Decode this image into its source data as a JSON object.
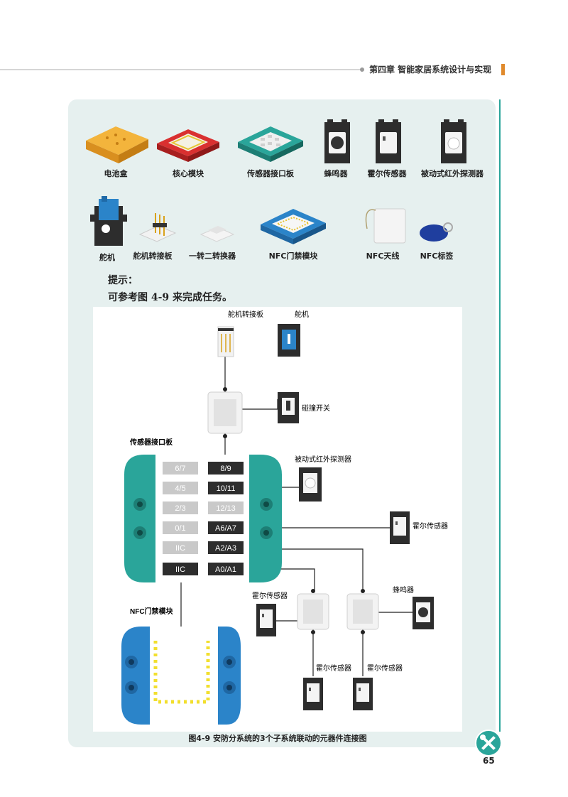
{
  "header": {
    "chapter_title": "第四章   智能家居系统设计与实现"
  },
  "components": {
    "row1": [
      {
        "label": "电池盒",
        "icon": "battery-box-icon"
      },
      {
        "label": "核心模块",
        "icon": "core-module-icon"
      },
      {
        "label": "传感器接口板",
        "icon": "sensor-board-icon"
      },
      {
        "label": "蜂鸣器",
        "icon": "buzzer-icon"
      },
      {
        "label": "霍尔传感器",
        "icon": "hall-sensor-icon"
      },
      {
        "label": "被动式红外探测器",
        "icon": "pir-detector-icon"
      }
    ],
    "row2": [
      {
        "label": "舵机",
        "icon": "servo-icon"
      },
      {
        "label": "舵机转接板",
        "icon": "servo-adapter-icon"
      },
      {
        "label": "一转二转换器",
        "icon": "splitter-icon"
      },
      {
        "label": "NFC门禁模块",
        "icon": "nfc-module-icon"
      },
      {
        "label": "NFC天线",
        "icon": "nfc-antenna-icon"
      },
      {
        "label": "NFC标签",
        "icon": "nfc-tag-icon"
      }
    ]
  },
  "hint": {
    "title": "提示：",
    "text": "可参考图 4-9 来完成任务。"
  },
  "diagram": {
    "labels": {
      "servo_adapter": "舵机转接板",
      "servo": "舵机",
      "collision_switch": "碰撞开关",
      "sensor_board": "传感器接口板",
      "pir": "被动式红外探测器",
      "hall_1": "霍尔传感器",
      "nfc_module": "NFC门禁模块",
      "hall_2": "霍尔传感器",
      "buzzer": "蜂鸣器",
      "hall_3": "霍尔传感器",
      "hall_4": "霍尔传感器"
    },
    "ports_left": [
      "6/7",
      "4/5",
      "2/3",
      "0/1",
      "IIC",
      "IIC"
    ],
    "ports_right": [
      "8/9",
      "10/11",
      "12/13",
      "A6/A7",
      "A2/A3",
      "A0/A1"
    ],
    "colors": {
      "teal": "#2aa59a",
      "blue": "#2b84c9",
      "yellow": "#f2df2e",
      "dark": "#2d2d2d"
    }
  },
  "figure": {
    "caption": "图4-9    安防分系统的3个子系统联动的元器件连接图"
  },
  "page": {
    "number": "65"
  }
}
